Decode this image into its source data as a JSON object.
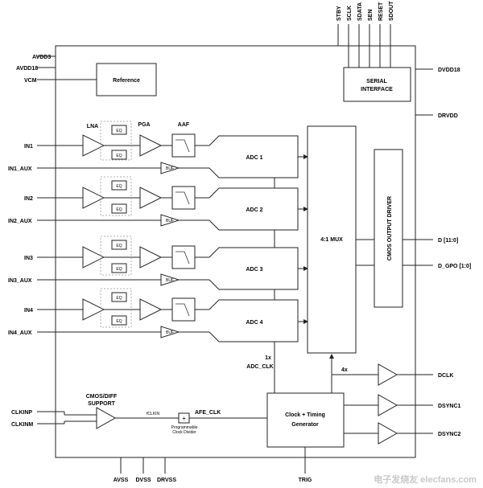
{
  "pins_left": {
    "avdd3": "AVDD3",
    "avdd18": "AVDD18",
    "vcm": "VCM",
    "in1": "IN1",
    "in1_aux": "IN1_AUX",
    "in2": "IN2",
    "in2_aux": "IN2_AUX",
    "in3": "IN3",
    "in3_aux": "IN3_AUX",
    "in4": "IN4",
    "in4_aux": "IN4_AUX",
    "clkinp": "CLKINP",
    "clkinm": "CLKINM"
  },
  "pins_top": [
    "STBY",
    "SCLK",
    "SDATA",
    "SEN",
    "RESET",
    "SDOUT"
  ],
  "pins_right": {
    "dvdd18": "DVDD18",
    "drvdd": "DRVDD",
    "d": "D [11:0]",
    "d_gpo": "D_GPO [1:0]",
    "dclk": "DCLK",
    "dsync1": "DSYNC1",
    "dsync2": "DSYNC2"
  },
  "pins_bottom": {
    "avss": "AVSS",
    "dvss": "DVSS",
    "drvss": "DRVSS",
    "trig": "TRIG"
  },
  "blocks": {
    "reference": "Reference",
    "serial_line1": "SERIAL",
    "serial_line2": "INTERFACE",
    "lna": "LNA",
    "pga": "PGA",
    "aaf": "AAF",
    "eq": "EQ",
    "buf": "BUF",
    "adc": [
      "ADC 1",
      "ADC 2",
      "ADC 3",
      "ADC 4"
    ],
    "mux": "4:1 MUX",
    "cmos_driver": "CMOS OUTPUT DRIVER",
    "clock_line1": "Clock + Timing",
    "clock_line2": "Generator",
    "cmos_diff_line1": "CMOS/DIFF",
    "cmos_diff_line2": "SUPPORT",
    "divider_line1": "Programmable",
    "divider_line2": "Clock Divider",
    "divider_symbol": "÷"
  },
  "signals": {
    "adc_clk_mult": "1x",
    "adc_clk": "ADC_CLK",
    "dclk_mult": "4x",
    "fclkin": "fCLKIN",
    "afe_clk": "AFE_CLK"
  },
  "watermark": "电子发烧友 elecfans.com"
}
